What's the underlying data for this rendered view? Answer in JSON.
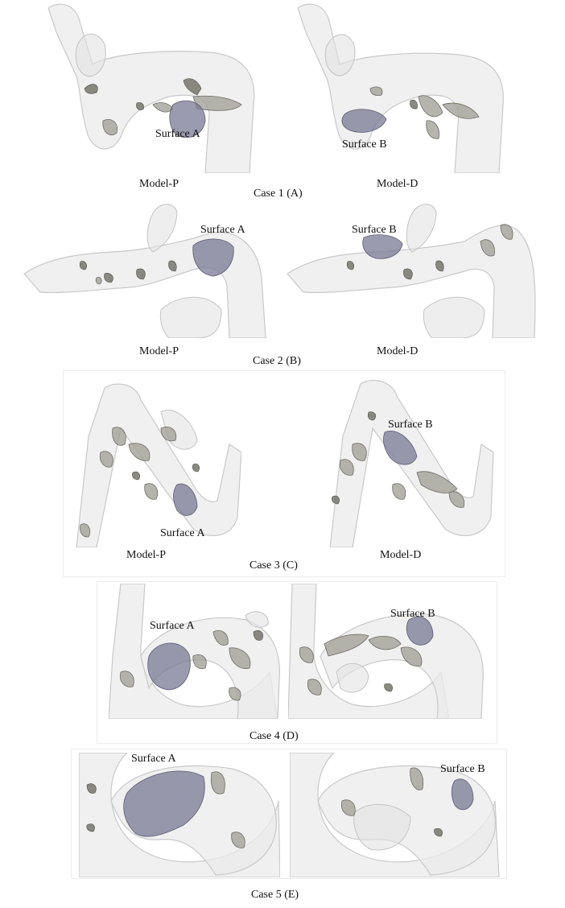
{
  "cases": [
    {
      "caption": "Case 1 (A)",
      "left_model": "Model-P",
      "right_model": "Model-D",
      "left_surface": "Surface A",
      "right_surface": "Surface B"
    },
    {
      "caption": "Case 2 (B)",
      "left_model": "Model-P",
      "right_model": "Model-D",
      "left_surface": "Surface A",
      "right_surface": "Surface B"
    },
    {
      "caption": "Case 3 (C)",
      "left_model": "Model-P",
      "right_model": "Model-D",
      "left_surface": "Surface A",
      "right_surface": "Surface B"
    },
    {
      "caption": "Case 4 (D)",
      "left_surface": "Surface A",
      "right_surface": "Surface B"
    },
    {
      "caption": "Case 5 (E)",
      "left_surface": "Surface A",
      "right_surface": "Surface B"
    }
  ]
}
